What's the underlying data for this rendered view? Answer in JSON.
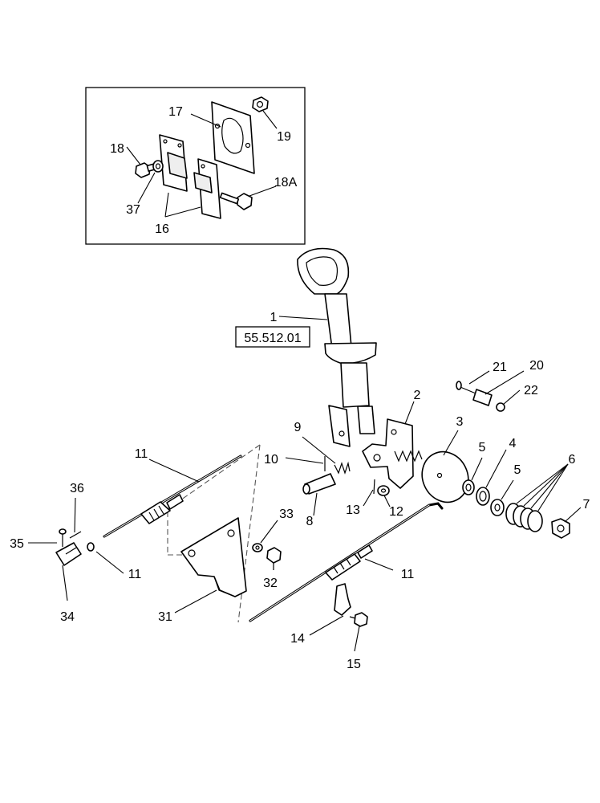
{
  "callouts": {
    "c1": "1",
    "c2": "2",
    "c3": "3",
    "c4": "4",
    "c5a": "5",
    "c5b": "5",
    "c6": "6",
    "c7": "7",
    "c8": "8",
    "c9": "9",
    "c10": "10",
    "c11a": "11",
    "c11b": "11",
    "c11c": "11",
    "c12": "12",
    "c13": "13",
    "c14": "14",
    "c15": "15",
    "c16": "16",
    "c17": "17",
    "c18": "18",
    "c18a": "18A",
    "c19": "19",
    "c20": "20",
    "c21": "21",
    "c22": "22",
    "c31": "31",
    "c32": "32",
    "c33": "33",
    "c34": "34",
    "c35": "35",
    "c36": "36",
    "c37": "37"
  },
  "reference_box": "55.512.01"
}
